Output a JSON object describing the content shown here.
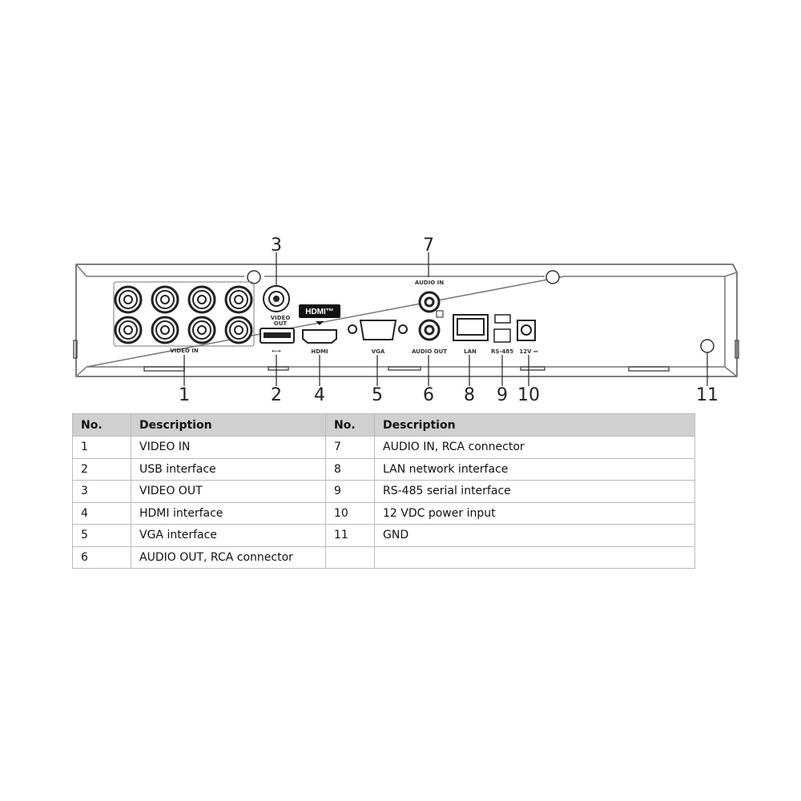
{
  "diagram": {
    "callouts": [
      "1",
      "2",
      "3",
      "4",
      "5",
      "6",
      "7",
      "8",
      "9",
      "10",
      "11"
    ],
    "panel_labels": {
      "video_in": "VIDEO IN",
      "video_out_1": "VIDEO",
      "video_out_2": "OUT",
      "hdmi_logo": "HDMI™",
      "hdmi": "HDMI",
      "vga": "VGA",
      "audio_in": "AUDIO IN",
      "audio_out": "AUDIO OUT",
      "lan": "LAN",
      "rs485": "RS-485",
      "power": "12V ⎓"
    }
  },
  "table": {
    "headers": [
      "No.",
      "Description",
      "No.",
      "Description"
    ],
    "rows": [
      [
        "1",
        "VIDEO IN",
        "7",
        "AUDIO IN, RCA connector"
      ],
      [
        "2",
        "USB interface",
        "8",
        "LAN network interface"
      ],
      [
        "3",
        "VIDEO OUT",
        "9",
        "RS-485 serial interface"
      ],
      [
        "4",
        "HDMI interface",
        "10",
        "12 VDC power input"
      ],
      [
        "5",
        "VGA interface",
        "11",
        "GND"
      ],
      [
        "6",
        "AUDIO OUT, RCA connector",
        "",
        ""
      ]
    ]
  }
}
